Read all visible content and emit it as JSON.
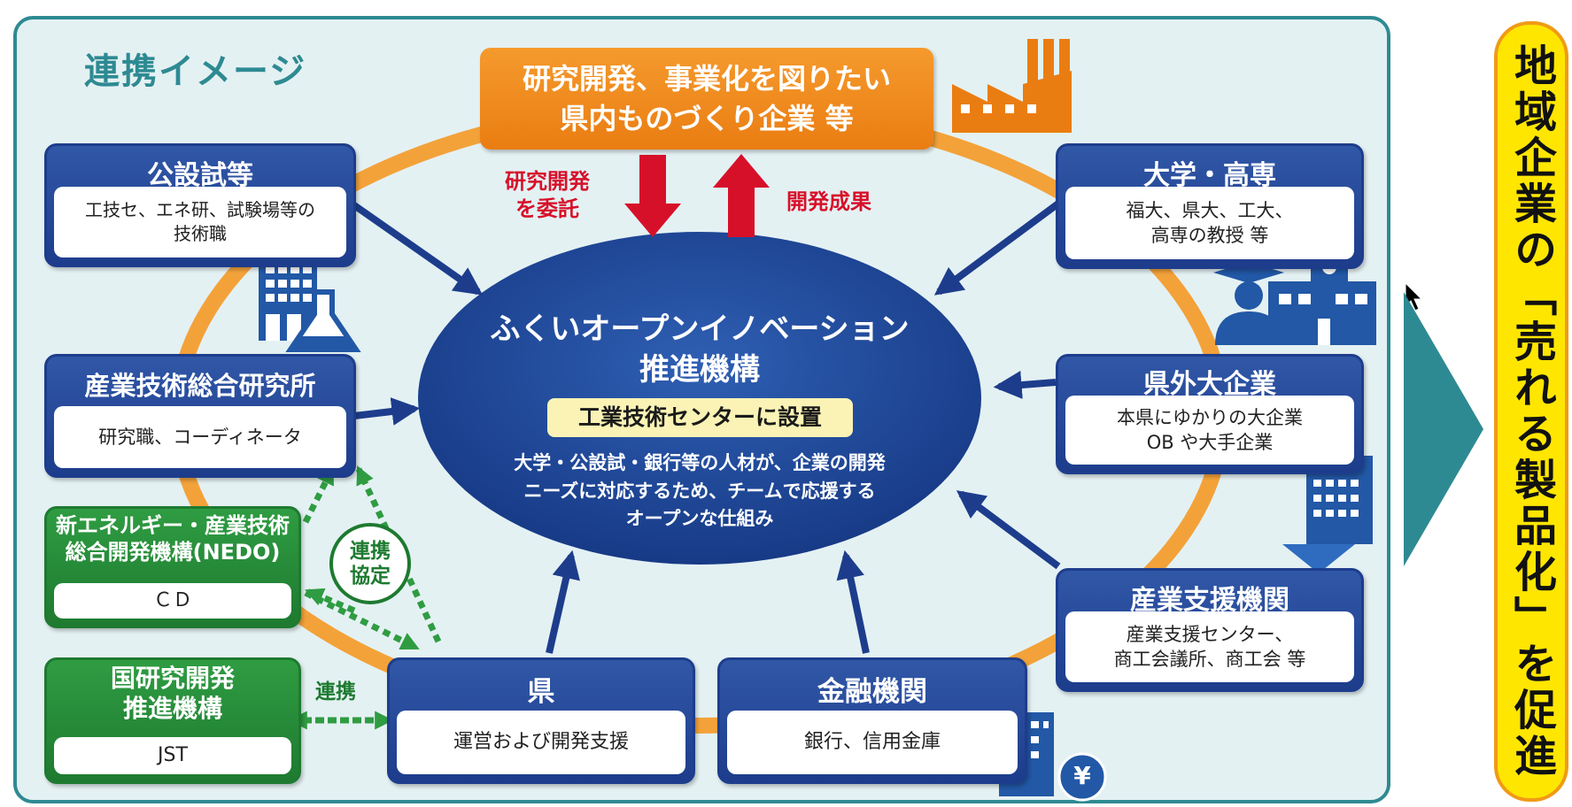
{
  "title": "連携イメージ",
  "top": {
    "line1": "研究開発、事業化を図りたい",
    "line2": "県内ものづくり企業 等"
  },
  "commission": {
    "line1": "研究開発",
    "line2": "を委託"
  },
  "results": "開発成果",
  "hub": {
    "line1": "ふくいオープンイノベーション",
    "line2": "推進機構",
    "badge": "工業技術センターに設置",
    "desc": "大学・公設試・銀行等の人材が、企業の開発\nニーズに対応するため、チームで応援する\nオープンな仕組み"
  },
  "boxes": {
    "kosetsu": {
      "title": "公設試等",
      "body": "工技セ、エネ研、試験場等の\n技術職"
    },
    "sanken": {
      "title": "産業技術総合研究所",
      "body": "研究職、コーディネータ"
    },
    "nedo": {
      "title1": "新エネルギー・産業技術",
      "title2": "総合開発機構(NEDO)",
      "body": "ＣＤ"
    },
    "jst": {
      "title1": "国研究開発",
      "title2": "推進機構",
      "body": "JST"
    },
    "ken": {
      "title": "県",
      "body": "運営および開発支援"
    },
    "kinyu": {
      "title": "金融機関",
      "body": "銀行、信用金庫"
    },
    "daigaku": {
      "title": "大学・高専",
      "body": "福大、県大、工大、\n高専の教授 等"
    },
    "kengai": {
      "title": "県外大企業",
      "body": "本県にゆかりの大企業\nOB や大手企業"
    },
    "shien": {
      "title": "産業支援機関",
      "body": "産業支援センター、\n商工会議所、商工会 等"
    }
  },
  "agreement": {
    "line1": "連携",
    "line2": "協定"
  },
  "renkei": "連携",
  "yen": "¥",
  "banner": "地域企業の「売れる製品化」を促進",
  "colors": {
    "teal": "#2e8a92",
    "navy": "#1d3d8c",
    "green": "#1e7a30",
    "orange": "#ea7d12",
    "red": "#d7102a",
    "yellow": "#ffe600"
  },
  "icons": [
    "factory-icon",
    "office-building-icon",
    "flask-icon",
    "graduate-icon",
    "school-icon",
    "tall-building-icon",
    "bank-yen-icon"
  ]
}
